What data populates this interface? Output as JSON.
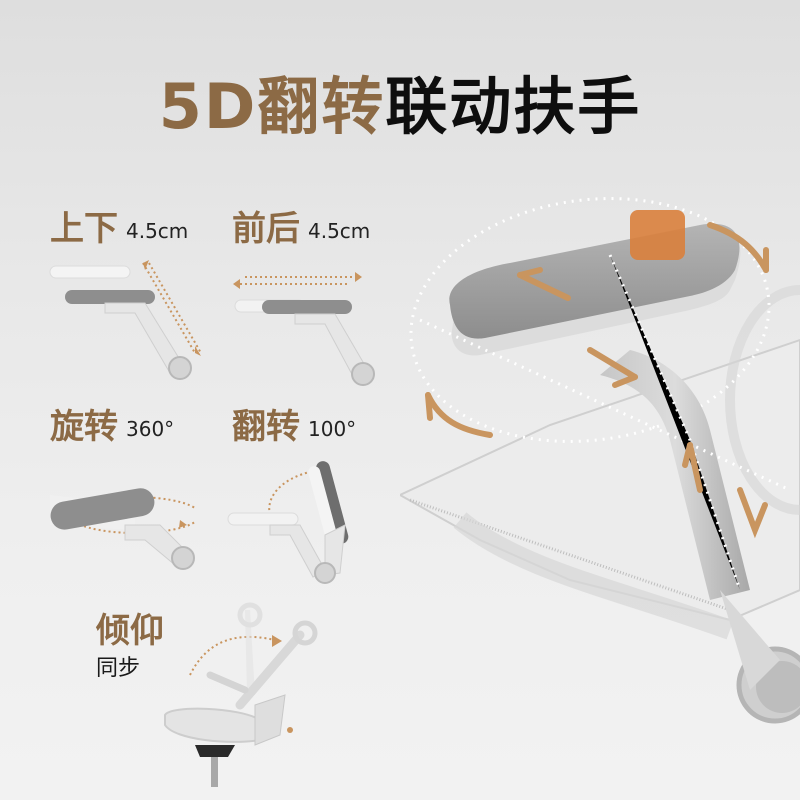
{
  "title": {
    "accent_text": "5D翻转",
    "dark_text": "联动扶手"
  },
  "features": [
    {
      "label": "上下",
      "value": "4.5cm",
      "icon": "up-down-adjust-graphic"
    },
    {
      "label": "前后",
      "value": "4.5cm",
      "icon": "front-back-adjust-graphic"
    },
    {
      "label": "旋转",
      "value": "360°",
      "icon": "rotate-graphic"
    },
    {
      "label": "翻转",
      "value": "100°",
      "icon": "flip-graphic"
    }
  ],
  "recline": {
    "label": "倾仰",
    "sub_label": "同步",
    "icon": "recline-chair-graphic"
  },
  "hero": {
    "icon": "armrest-hero-graphic"
  },
  "colors": {
    "accent": "#8c6a45",
    "dark_text": "#0e0e0e",
    "background": "#e6e6e6",
    "arrow": "#c9955f",
    "armrest_pad": "#9a9a9a",
    "frame": "#e2e2e2"
  }
}
